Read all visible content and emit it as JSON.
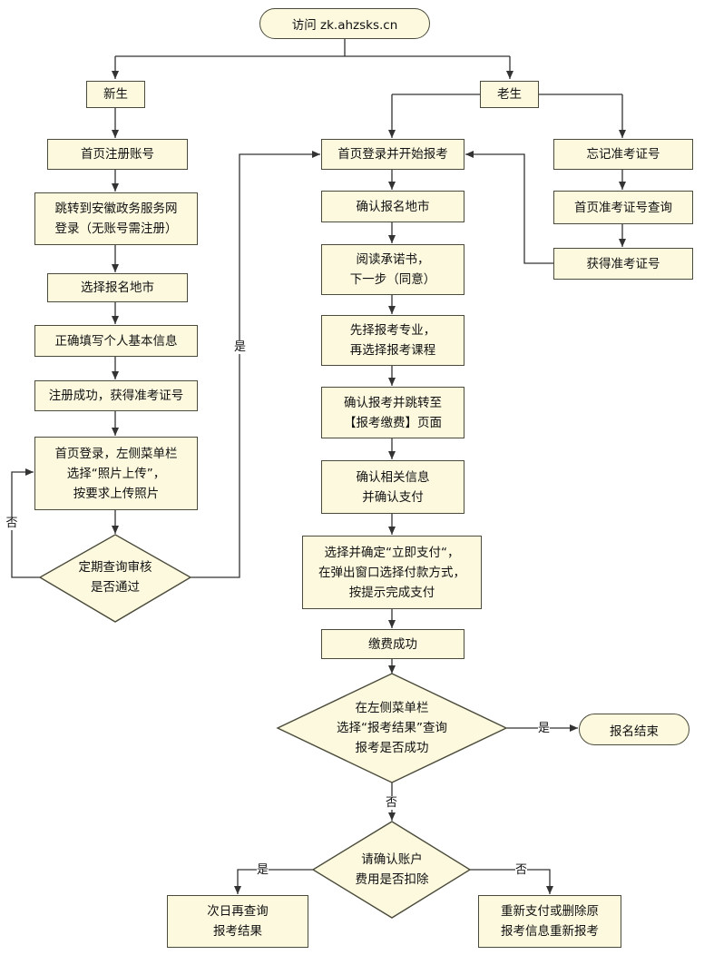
{
  "nodes": {
    "start": "访问 zk.ahzsks.cn",
    "new_student": "新生",
    "old_student": "老生",
    "register_account": "首页注册账号",
    "goto_gov": "跳转到安徽政务服务网\n登录（无账号需注册）",
    "select_city_new": "选择报名地市",
    "fill_info": "正确填写个人基本信息",
    "register_success": "注册成功，获得准考证号",
    "upload_photo": "首页登录，左侧菜单栏\n选择“照片上传”，\n按要求上传照片",
    "review_check": "定期查询审核\n是否通过",
    "login_start": "首页登录并开始报考",
    "confirm_city": "确认报名地市",
    "read_pledge": "阅读承诺书，\n下一步（同意）",
    "select_major": "先择报考专业，\n再选择报考课程",
    "confirm_exam": "确认报考并跳转至\n【报考缴费】页面",
    "confirm_info": "确认相关信息\n并确认支付",
    "choose_pay": "选择并确定“立即支付“，\n在弹出窗口选择付款方式，\n按提示完成支付",
    "pay_success": "缴费成功",
    "check_result": "在左侧菜单栏\n选择“报考结果”查询\n报考是否成功",
    "finish": "报名结束",
    "confirm_account": "请确认账户\n费用是否扣除",
    "next_day": "次日再查询\n报考结果",
    "repay": "重新支付或删除原\n报考信息重新报考",
    "forgot_id": "忘记准考证号",
    "query_id": "首页准考证号查询",
    "get_id": "获得准考证号"
  },
  "labels": {
    "yes": "是",
    "no": "否"
  },
  "colors": {
    "box_fill": "#fcf9df",
    "line": "#4b4b3b"
  }
}
